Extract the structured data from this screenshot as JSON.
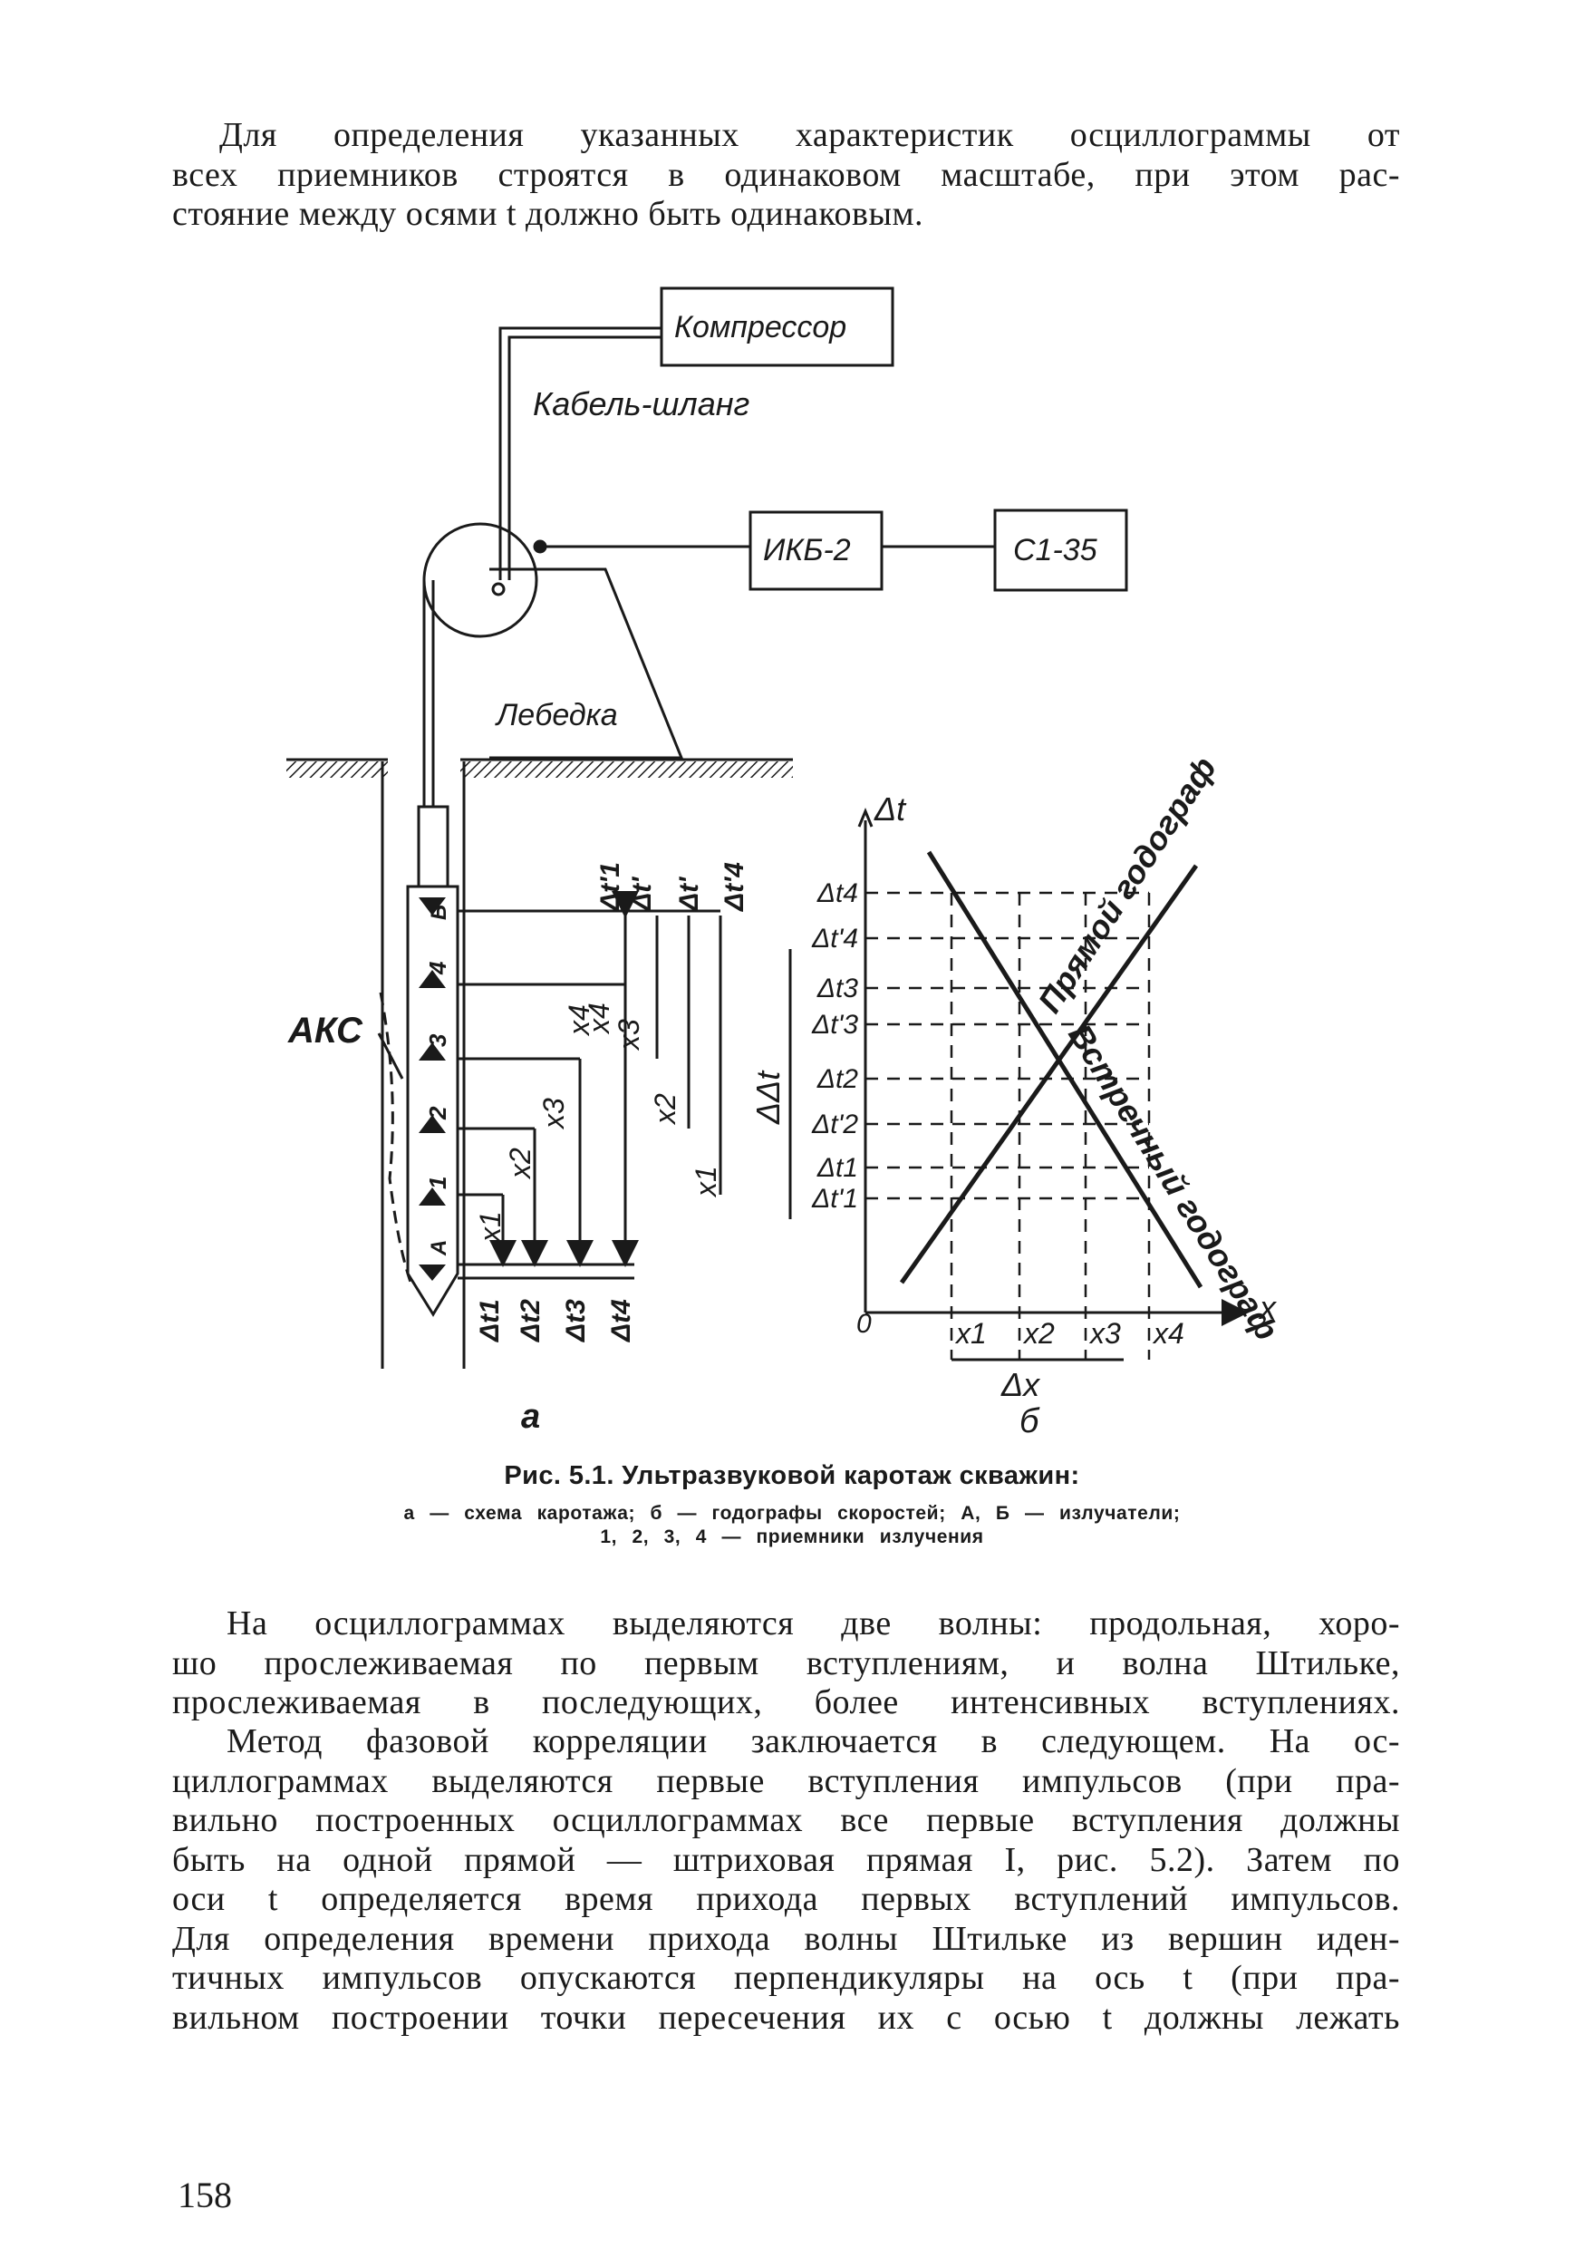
{
  "intro_paragraph": [
    "Для определения указанных характеристик осциллограммы от",
    "всех приемников строятся в одинаковом масштабе, при этом рас-",
    "стояние между осями t должно быть одинаковым."
  ],
  "figure": {
    "labels": {
      "compressor": "Компрессор",
      "cable_hose": "Кабель-шланг",
      "ikb": "ИКБ-2",
      "c135": "С1-35",
      "winch": "Лебедка",
      "aks": "АКС",
      "emitter_a": "А",
      "emitter_b": "Б",
      "receivers": [
        "1",
        "2",
        "3",
        "4"
      ],
      "panel_a": "а",
      "panel_b": "б"
    },
    "left_x_labels": [
      "x1",
      "x2",
      "x3",
      "x4",
      "x4",
      "x3",
      "x2",
      "x1"
    ],
    "left_dt_bottom": [
      "Δt1",
      "Δt2",
      "Δt3",
      "Δt4"
    ],
    "left_dt_top": [
      "Δt'1",
      "Δt'",
      "Δt'",
      "Δt'4"
    ],
    "chart": {
      "y_axis_label": "Δt",
      "x_axis_label": "x",
      "origin_label": "0",
      "y_ticks": [
        "Δt4",
        "Δt'4",
        "Δt3",
        "Δt'3",
        "Δt2",
        "Δt'2",
        "Δt1",
        "Δt'1"
      ],
      "x_ticks": [
        "x1",
        "x2",
        "x3",
        "x4"
      ],
      "delta_x": "Δx",
      "delta_delta_t": "ΔΔt",
      "direct_line": "Прямой годограф",
      "reverse_line": "Встречный годограф"
    }
  },
  "caption": {
    "title": "Рис. 5.1. Ультразвуковой каротаж скважин:",
    "line2": "а — схема каротажа; б — годографы скоростей; А, Б — излучатели;",
    "line3": "1, 2, 3, 4 — приемники излучения"
  },
  "body_paragraph_1": [
    "На осциллограммах выделяются две волны: продольная, хоро-",
    "шо прослеживаемая по первым вступлениям, и волна Штильке,",
    "прослеживаемая в последующих, более интенсивных вступлениях."
  ],
  "body_paragraph_2": [
    "Метод фазовой корреляции заключается в следующем. На ос-",
    "циллограммах выделяются первые вступления импульсов (при пра-",
    "вильно построенных осциллограммах все первые вступления должны",
    "быть на одной прямой — штриховая прямая I, рис. 5.2). Затем по",
    "оси t определяется время прихода первых вступлений импульсов.",
    "Для определения времени прихода волны Штильке из вершин иден-",
    "тичных импульсов опускаются перпендикуляры на ось t (при пра-",
    "вильном построении точки пересечения их с осью t должны лежать"
  ],
  "page_number": "158"
}
